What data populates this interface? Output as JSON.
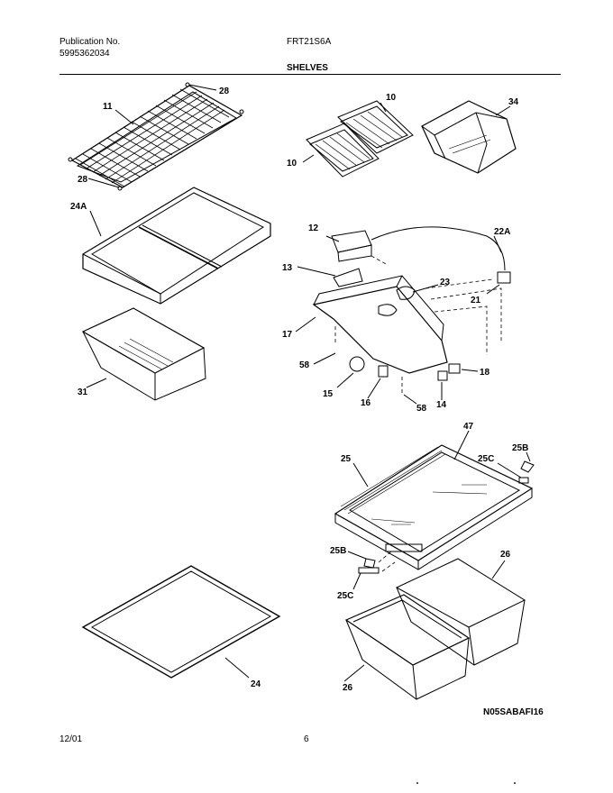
{
  "header": {
    "publication_label": "Publication No.",
    "publication_number": "5995362034",
    "model": "FRT21S6A",
    "section_title": "SHELVES"
  },
  "diagram_code": "N05SABAFI16",
  "footer": {
    "date": "12/01",
    "page": "6"
  },
  "callouts": [
    {
      "id": "c11",
      "label": "11"
    },
    {
      "id": "c28a",
      "label": "28"
    },
    {
      "id": "c28b",
      "label": "28"
    },
    {
      "id": "c10a",
      "label": "10"
    },
    {
      "id": "c10b",
      "label": "10"
    },
    {
      "id": "c34",
      "label": "34"
    },
    {
      "id": "c24a",
      "label": "24A"
    },
    {
      "id": "c12",
      "label": "12"
    },
    {
      "id": "c22a",
      "label": "22A"
    },
    {
      "id": "c13",
      "label": "13"
    },
    {
      "id": "c23",
      "label": "23"
    },
    {
      "id": "c21",
      "label": "21"
    },
    {
      "id": "c17",
      "label": "17"
    },
    {
      "id": "c58a",
      "label": "58"
    },
    {
      "id": "c18",
      "label": "18"
    },
    {
      "id": "c31",
      "label": "31"
    },
    {
      "id": "c15",
      "label": "15"
    },
    {
      "id": "c16",
      "label": "16"
    },
    {
      "id": "c14",
      "label": "14"
    },
    {
      "id": "c58b",
      "label": "58"
    },
    {
      "id": "c47",
      "label": "47"
    },
    {
      "id": "c25b1",
      "label": "25B"
    },
    {
      "id": "c25",
      "label": "25"
    },
    {
      "id": "c25c1",
      "label": "25C"
    },
    {
      "id": "c26a",
      "label": "26"
    },
    {
      "id": "c25b2",
      "label": "25B"
    },
    {
      "id": "c25c2",
      "label": "25C"
    },
    {
      "id": "c24",
      "label": "24"
    },
    {
      "id": "c26b",
      "label": "26"
    }
  ]
}
